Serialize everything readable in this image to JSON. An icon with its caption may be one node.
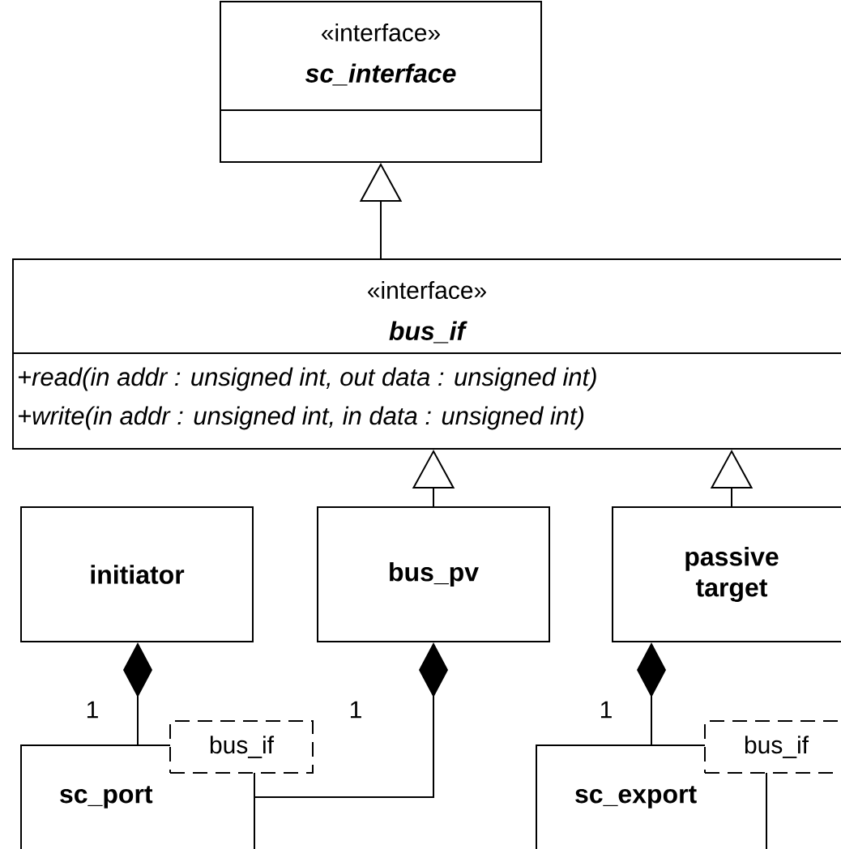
{
  "diagram": {
    "nodes": [
      {
        "text": [
          "«interface»",
          "sc_interface"
        ]
      },
      {
        "text": [
          "«interface»",
          "bus_if",
          "+read(in addr : unsigned int, out data : unsigned int)",
          "+write(in addr : unsigned int, in data : unsigned int)"
        ]
      },
      {
        "text": [
          "initiator"
        ]
      },
      {
        "text": [
          "bus_pv"
        ]
      },
      {
        "text": [
          "passive target"
        ]
      },
      {
        "text": [
          "sc_port"
        ]
      },
      {
        "text": [
          "bus_if"
        ]
      },
      {
        "text": [
          "sc_export"
        ]
      },
      {
        "text": [
          "bus_if"
        ]
      }
    ],
    "edges": [
      {
        "from": 1,
        "to": 0,
        "arrow": "to"
      },
      {
        "from": 3,
        "to": 1,
        "arrow": "to"
      },
      {
        "from": 4,
        "to": 1,
        "arrow": "to"
      },
      {
        "from": 2,
        "to": 5,
        "arrow": "other",
        "label": "1"
      },
      {
        "from": 3,
        "to": 5,
        "arrow": "other",
        "label": "1"
      },
      {
        "from": 4,
        "to": 7,
        "arrow": "other",
        "label": "1"
      }
    ]
  }
}
